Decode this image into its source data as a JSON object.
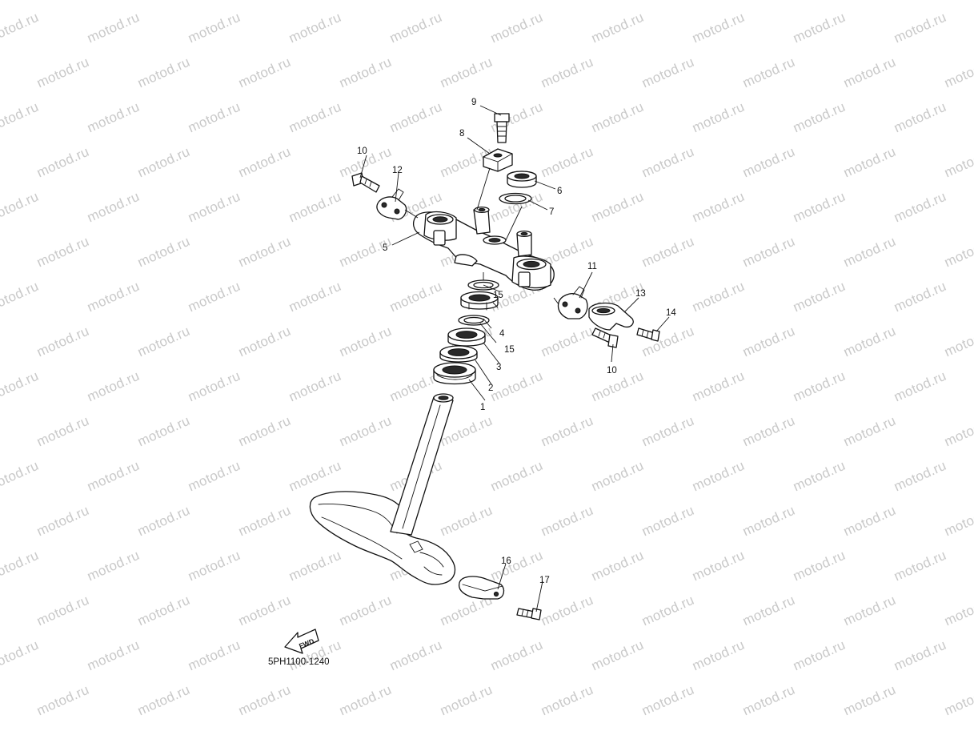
{
  "watermark": {
    "text": "motod.ru",
    "color": "#c9c9c9"
  },
  "diagram_code": "5PH1100-1240",
  "fwd_label": "FWD",
  "callouts": [
    {
      "id": "c1",
      "label": "1"
    },
    {
      "id": "c2",
      "label": "2"
    },
    {
      "id": "c3",
      "label": "3"
    },
    {
      "id": "c4",
      "label": "4"
    },
    {
      "id": "c5",
      "label": "5"
    },
    {
      "id": "c6",
      "label": "6"
    },
    {
      "id": "c7",
      "label": "7"
    },
    {
      "id": "c8",
      "label": "8"
    },
    {
      "id": "c9",
      "label": "9"
    },
    {
      "id": "c10a",
      "label": "10"
    },
    {
      "id": "c10b",
      "label": "10"
    },
    {
      "id": "c11",
      "label": "11"
    },
    {
      "id": "c12",
      "label": "12"
    },
    {
      "id": "c13",
      "label": "13"
    },
    {
      "id": "c14",
      "label": "14"
    },
    {
      "id": "c15a",
      "label": "15"
    },
    {
      "id": "c15b",
      "label": "15"
    },
    {
      "id": "c16",
      "label": "16"
    },
    {
      "id": "c17",
      "label": "17"
    }
  ]
}
